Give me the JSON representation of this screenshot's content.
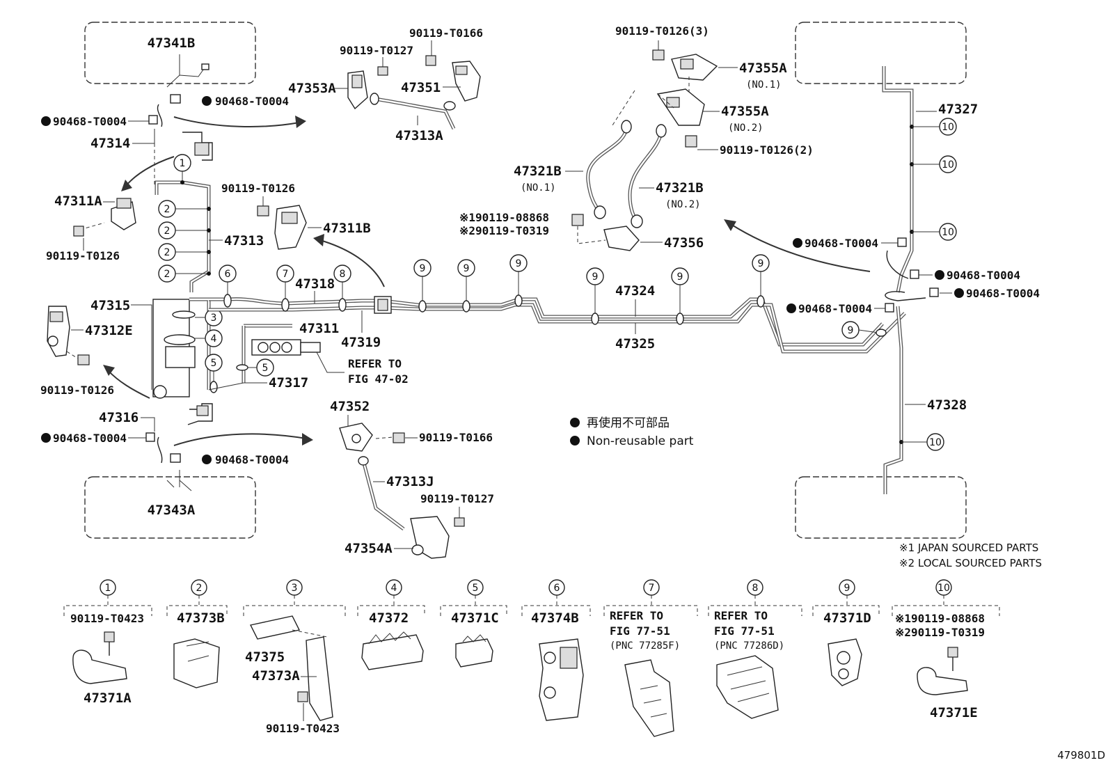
{
  "labels": {
    "p47341B": "47341B",
    "p47343A": "47343A",
    "p47314": "47314",
    "p47311A": "47311A",
    "p47313": "47313",
    "p47315": "47315",
    "p47312E": "47312E",
    "p47316": "47316",
    "p47353A": "47353A",
    "p47351": "47351",
    "p47313A": "47313A",
    "p47311B": "47311B",
    "p47318": "47318",
    "p47311": "47311",
    "p47319": "47319",
    "p47317": "47317",
    "p47352": "47352",
    "p47313J": "47313J",
    "p47354A": "47354A",
    "p47324": "47324",
    "p47325": "47325",
    "p47321B_1": "47321B",
    "p47321B_2": "47321B",
    "p47356": "47356",
    "p47355A_1": "47355A",
    "p47355A_2": "47355A",
    "p47327": "47327",
    "p47328": "47328",
    "no1": "(NO.1)",
    "no2": "(NO.2)",
    "no1b": "(NO.1)",
    "no2b": "(NO.2)",
    "b90119_T0166_a": "90119-T0166",
    "b90119_T0127_a": "90119-T0127",
    "b90119_T0126_a": "90119-T0126",
    "b90119_T0126_b": "90119-T0126",
    "b90119_T0126_c": "90119-T0126",
    "b90119_T0166_b": "90119-T0166",
    "b90119_T0127_b": "90119-T0127",
    "b90119_T0126_3": "90119-T0126(3)",
    "b90119_T0126_2": "90119-T0126(2)",
    "c90468_a": "90468-T0004",
    "c90468_b": "90468-T0004",
    "c90468_c": "90468-T0004",
    "c90468_d": "90468-T0004",
    "c90468_e": "90468-T0004",
    "c90468_f": "90468-T0004",
    "c90468_g": "90468-T0004",
    "c90468_h": "90468-T0004",
    "j1_08868": "※190119-08868",
    "j2_T0319": "※290119-T0319",
    "refer_to": "REFER TO",
    "fig_47_02": "FIG 47-02"
  },
  "legend": {
    "jp": "再使用不可部品",
    "en": "Non-reusable part"
  },
  "notes": {
    "japan": "※1 JAPAN SOURCED PARTS",
    "local": "※2 LOCAL SOURCED PARTS"
  },
  "callouts": {
    "n1": "1",
    "n2": "2",
    "n3": "3",
    "n4": "4",
    "n5": "5",
    "n6": "6",
    "n7": "7",
    "n8": "8",
    "n9": "9",
    "n10": "10"
  },
  "bottom_row": [
    {
      "num": "1",
      "parts": [
        "90119-T0423",
        "47371A"
      ]
    },
    {
      "num": "2",
      "parts": [
        "47373B"
      ]
    },
    {
      "num": "3",
      "parts": [
        "47375",
        "47373A",
        "90119-T0423"
      ]
    },
    {
      "num": "4",
      "parts": [
        "47372"
      ]
    },
    {
      "num": "5",
      "parts": [
        "47371C"
      ]
    },
    {
      "num": "6",
      "parts": [
        "47374B"
      ]
    },
    {
      "num": "7",
      "parts": [
        "REFER TO",
        "FIG 77-51",
        "(PNC 77285F)"
      ]
    },
    {
      "num": "8",
      "parts": [
        "REFER TO",
        "FIG 77-51",
        "(PNC 77286D)"
      ]
    },
    {
      "num": "9",
      "parts": [
        "47371D"
      ]
    },
    {
      "num": "10",
      "parts": [
        "※190119-08868",
        "※290119-T0319",
        "47371E"
      ]
    }
  ],
  "figure_id": "479801D"
}
